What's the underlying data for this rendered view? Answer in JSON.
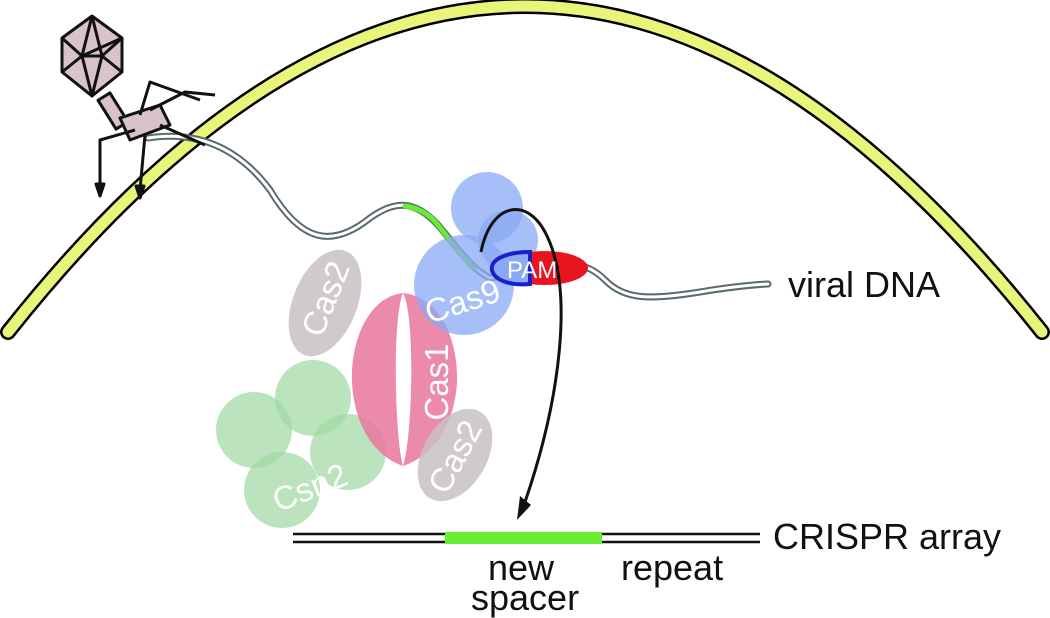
{
  "labels": {
    "viral_dna": "viral DNA",
    "crispr_array": "CRISPR array",
    "new_spacer_line1": "new",
    "new_spacer_line2": "spacer",
    "repeat": "repeat",
    "pam": "PAM",
    "cas9": "Cas9",
    "cas1": "Cas1",
    "cas2_top": "Cas2",
    "cas2_bottom": "Cas2",
    "csn2": "Csn2"
  },
  "colors": {
    "cell_wall": "#e9f57a",
    "cell_wall_outline": "#000000",
    "dna": "#a9c0c6",
    "spacer": "#66ee33",
    "cas9": "#8aaaf5",
    "pam": "#e8141e",
    "pam_outline": "#1a20c8",
    "cas1": "#e9769c",
    "cas2": "#c9c1c4",
    "csn2": "#9ed9a3",
    "phage": "#d9c3c9"
  }
}
